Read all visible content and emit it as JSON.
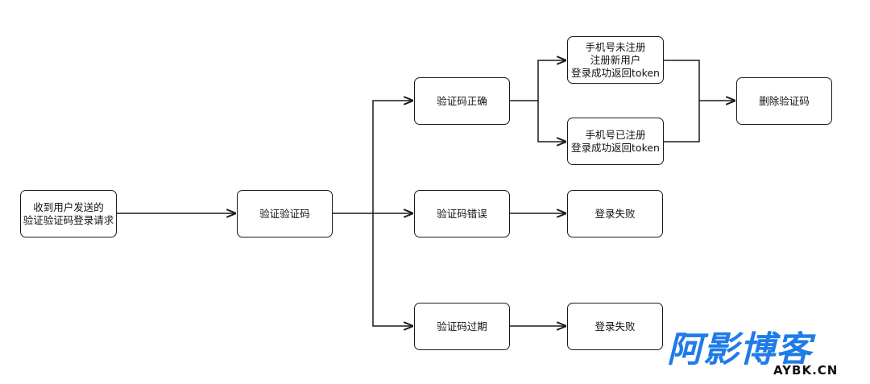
{
  "nodes": {
    "receive": "收到用户发送的\n验证验证码登录请求",
    "verify": "验证验证码",
    "correct": "验证码正确",
    "wrong": "验证码错误",
    "expired": "验证码过期",
    "unregistered": "手机号未注册\n注册新用户\n登录成功返回token",
    "registered": "手机号已注册\n登录成功返回token",
    "fail_wrong": "登录失败",
    "fail_expired": "登录失败",
    "delete": "删除验证码"
  },
  "watermark": {
    "chars": "阿影博客",
    "domain": "AYBK.CN"
  }
}
